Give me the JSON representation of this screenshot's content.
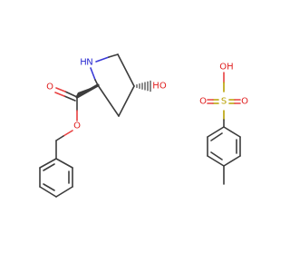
{
  "molecule": {
    "atoms": {
      "nh": "N",
      "nh_h": "H",
      "hydroxyl": "HO",
      "ester_carbonyl_o": "O",
      "ester_link_o": "O",
      "sulfonic_oh": "OH",
      "sulfur": "S",
      "sulfonyl_o_left": "O",
      "sulfonyl_o_right": "O"
    },
    "colors": {
      "bond": "#3c3c3c",
      "oxygen": "#e02020",
      "nitrogen": "#2a2ad0",
      "sulfur": "#b8a000"
    }
  }
}
